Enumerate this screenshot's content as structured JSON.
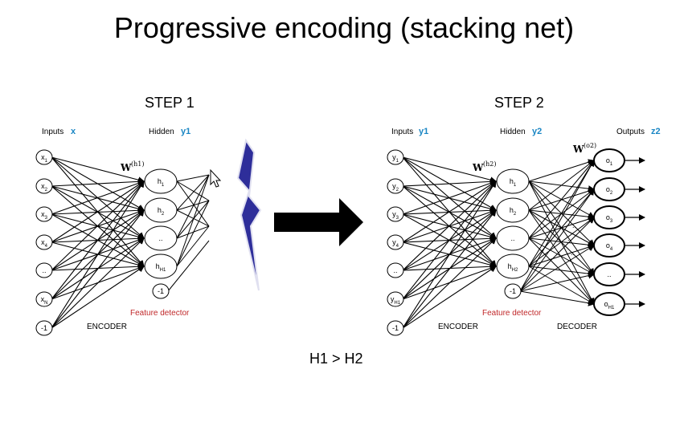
{
  "title": "Progressive encoding (stacking net)",
  "relation": "H1 > H2",
  "step1": {
    "label": "STEP 1",
    "inputs_label": "Inputs",
    "inputs_var": "x",
    "hidden_label": "Hidden",
    "hidden_var": "y1",
    "weight": "W",
    "weight_sup": "(h1)",
    "encoder": "ENCODER",
    "feature": "Feature detector",
    "input_nodes": [
      "x1",
      "x2",
      "x3",
      "x4",
      "..",
      "xN",
      "-1"
    ],
    "hidden_nodes": [
      "h1",
      "h2",
      "..",
      "hH1",
      "-1"
    ]
  },
  "step2": {
    "label": "STEP 2",
    "inputs_label": "Inputs",
    "inputs_var": "y1",
    "hidden_label": "Hidden",
    "hidden_var": "y2",
    "outputs_label": "Outputs",
    "outputs_var": "z2",
    "weight_hidden": "W",
    "weight_hidden_sup": "(h2)",
    "weight_output": "W",
    "weight_output_sup": "(o2)",
    "encoder": "ENCODER",
    "decoder": "DECODER",
    "feature": "Feature detector",
    "input_nodes": [
      "y1",
      "y2",
      "y3",
      "y4",
      "..",
      "yH1",
      "-1"
    ],
    "hidden_nodes": [
      "h1",
      "h2",
      "..",
      "hH2",
      "-1"
    ],
    "output_nodes": [
      "o1",
      "o2",
      "o3",
      "o4",
      "..",
      "oH1"
    ]
  },
  "colors": {
    "accent_blue": "#1a86c4",
    "feature_red": "#c0282a",
    "bolt": "#2e2e9a"
  }
}
